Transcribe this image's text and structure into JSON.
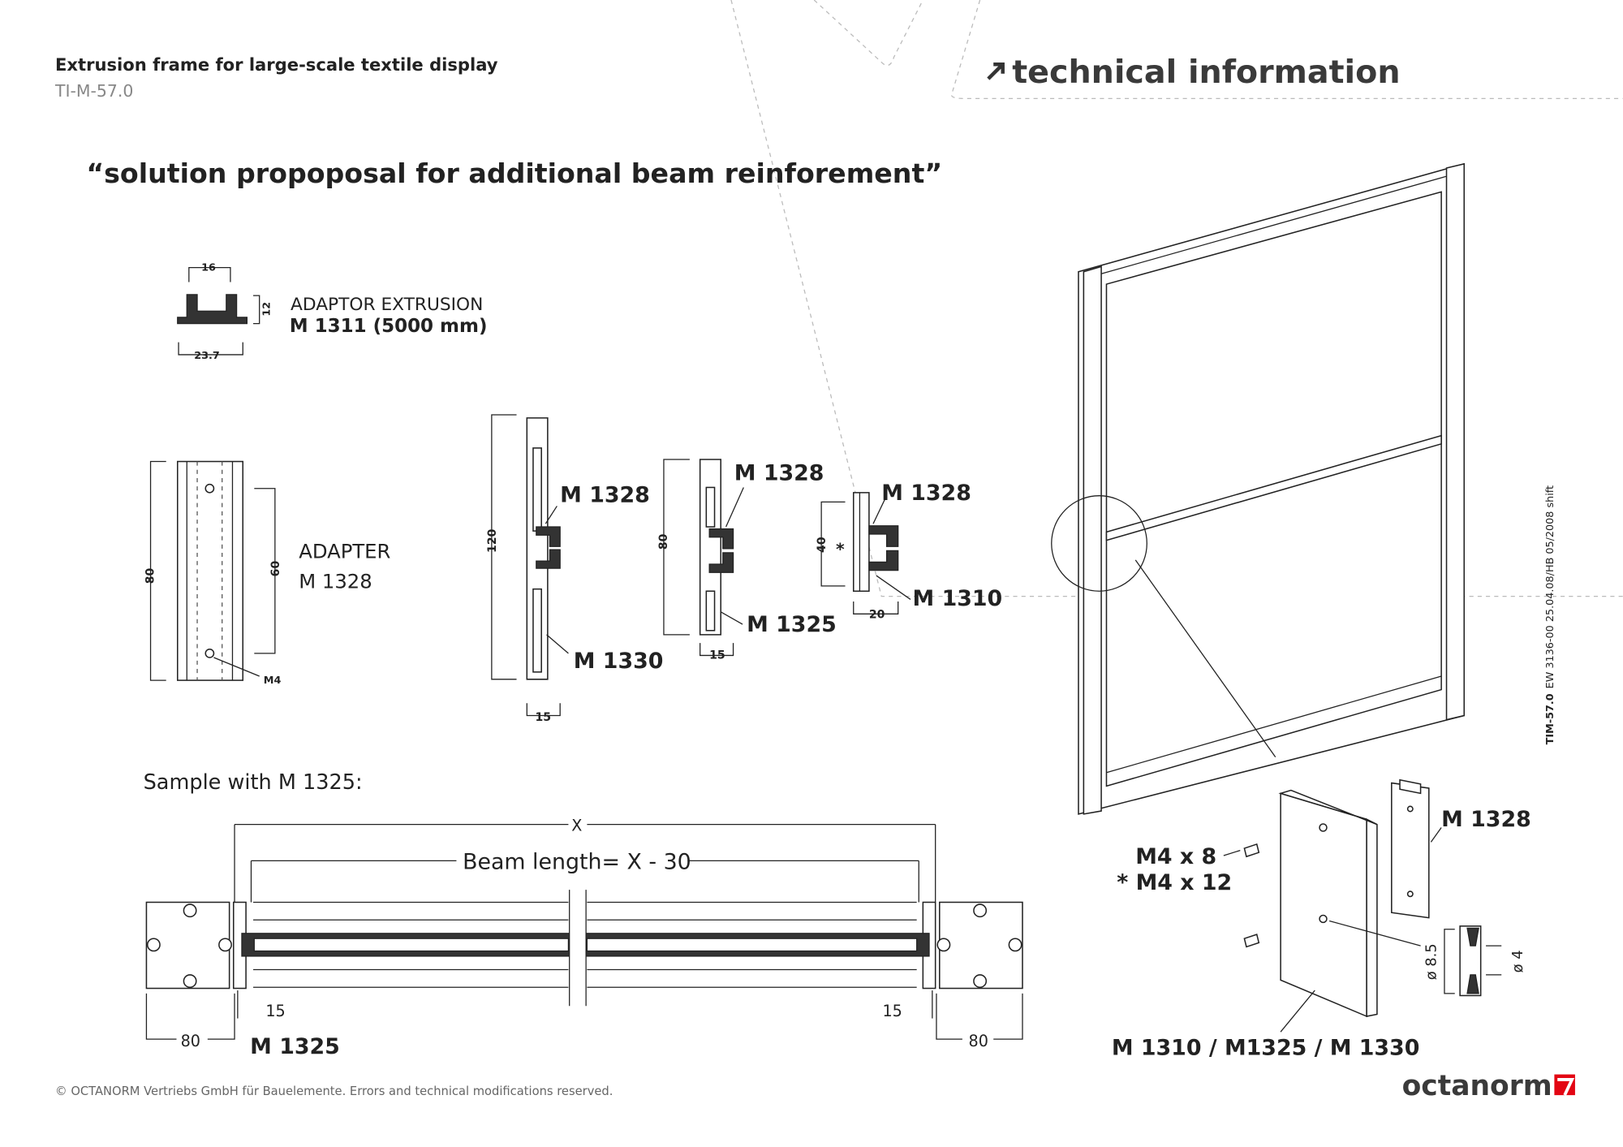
{
  "header": {
    "title": "Extrusion frame for large-scale textile display",
    "doc_id": "TI-M-57.0",
    "section": "technical information",
    "arrow_icon": "arrow-up-right"
  },
  "headline": "“solution propoposal for additional beam reinforement”",
  "adaptor_extrusion": {
    "dim_top": "16",
    "dim_side": "12",
    "dim_bottom": "23.7",
    "label": "ADAPTOR EXTRUSION",
    "part": "M 1311 (5000 mm)"
  },
  "adapter": {
    "dim_height": "80",
    "dim_holes": "60",
    "label": "ADAPTER",
    "part": "M 1328",
    "screw": "M4"
  },
  "section_a": {
    "dim_height": "120",
    "dim_width": "15",
    "top_part": "M 1328",
    "bottom_part": "M 1330"
  },
  "section_b": {
    "dim_height": "80",
    "dim_width": "15",
    "top_part": "M 1328",
    "bottom_part": "M 1325"
  },
  "section_c": {
    "dim_height": "40",
    "star": "*",
    "dim_width": "20",
    "top_part": "M 1328",
    "bottom_part": "M 1310"
  },
  "sample": {
    "title": "Sample with M 1325:",
    "dim_x": "X",
    "beam_length": "Beam length= X - 30",
    "gap_left": "15",
    "gap_right": "15",
    "post_left": "80",
    "post_right": "80",
    "part": "M 1325"
  },
  "detail": {
    "adapter_part": "M 1328",
    "screw_1": "M4 x 8",
    "screw_2": "* M4 x 12",
    "hole_large": "ø 8.5",
    "hole_small": "ø 4",
    "panels": "M 1310 / M1325 / M 1330"
  },
  "side_note": {
    "code": "TIM-57.0",
    "rest": "EW 3136-00  25.04.08/HB  05/2008 shift"
  },
  "footer": {
    "copyright": "© OCTANORM Vertriebs GmbH für Bauelemente. Errors and technical modifications reserved.",
    "logo": "octanorm",
    "logo_color": "#e30613"
  }
}
